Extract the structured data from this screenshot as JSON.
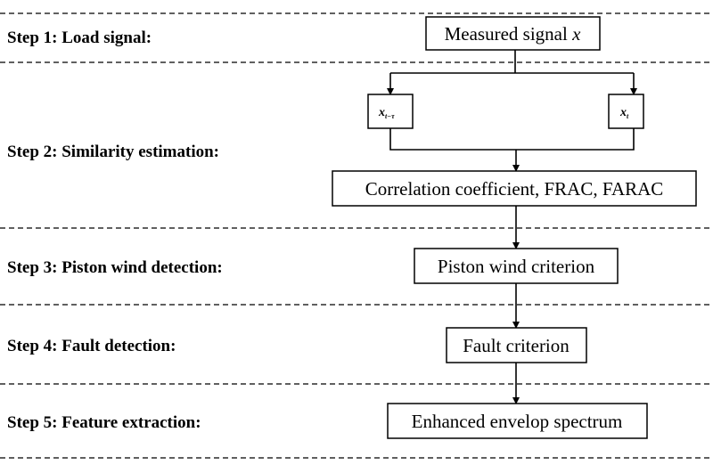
{
  "steps": [
    {
      "label": "Step 1: Load signal:"
    },
    {
      "label": "Step 2: Similarity estimation:"
    },
    {
      "label": "Step 3: Piston wind detection:"
    },
    {
      "label": "Step 4: Fault detection:"
    },
    {
      "label": "Step 5: Feature extraction:"
    }
  ],
  "boxes": {
    "measured": {
      "text": "Measured signal ",
      "var": "x"
    },
    "x_lag": {
      "var": "x",
      "sub": "t−τ"
    },
    "x_t": {
      "var": "x",
      "sub": "t"
    },
    "similarity": "Correlation coefficient, FRAC, FARAC",
    "piston": "Piston wind criterion",
    "fault": "Fault criterion",
    "envelope": "Enhanced envelop spectrum"
  }
}
